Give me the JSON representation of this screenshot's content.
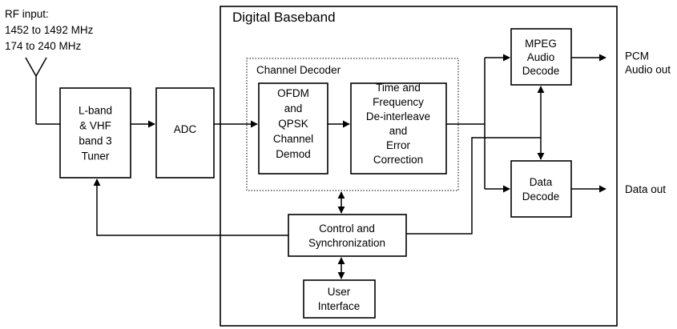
{
  "title": "Digital Baseband",
  "rf_input": {
    "label": "RF input:",
    "band1": "1452 to 1492 MHz",
    "band2": "174 to 240 MHz"
  },
  "channel_decoder_label": "Channel Decoder",
  "blocks": {
    "tuner": [
      "L-band",
      "& VHF",
      "band 3",
      "Tuner"
    ],
    "adc": [
      "ADC"
    ],
    "ofdm": [
      "OFDM",
      "and",
      "QPSK",
      "Channel",
      "Demod"
    ],
    "deinterleave": [
      "Time and",
      "Frequency",
      "De-interleave",
      "and",
      "Error",
      "Correction"
    ],
    "control": [
      "Control and",
      "Synchronization"
    ],
    "user_interface": [
      "User",
      "Interface"
    ],
    "mpeg": [
      "MPEG",
      "Audio",
      "Decode"
    ],
    "data_decode": [
      "Data",
      "Decode"
    ]
  },
  "outputs": {
    "pcm": [
      "PCM",
      "Audio out"
    ],
    "data": [
      "Data out"
    ]
  }
}
